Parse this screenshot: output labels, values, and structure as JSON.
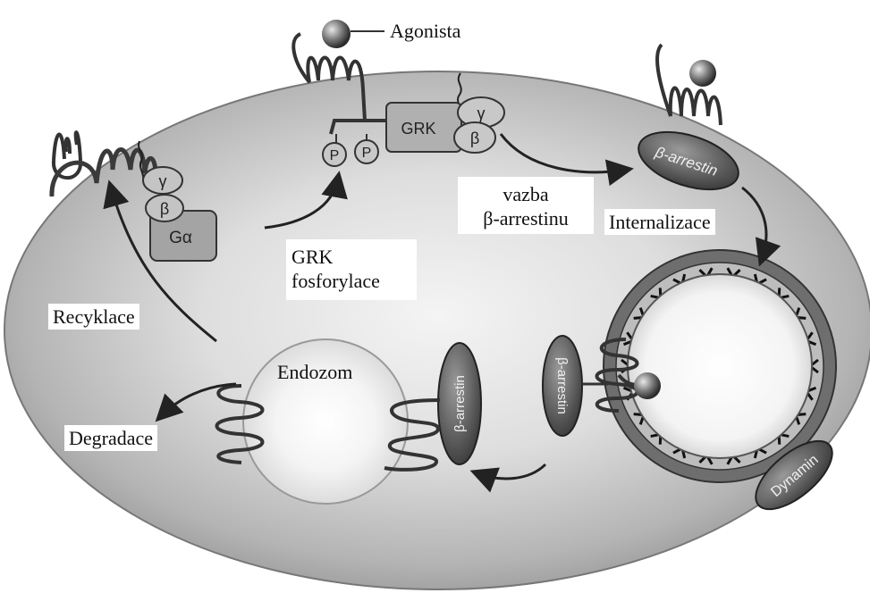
{
  "labels": {
    "agonista": "Agonista",
    "vazba_line1": "vazba",
    "vazba_line2": "β-arrestinu",
    "internalizace": "Internalizace",
    "grk_line1": "GRK",
    "grk_line2": "fosforylace",
    "recyklace": "Recyklace",
    "endozom": "Endozom",
    "degradace": "Degradace"
  },
  "protein_labels": {
    "gamma": "γ",
    "beta": "β",
    "g_alpha": "Gα",
    "grk": "GRK",
    "p": "P",
    "beta_arrestin": "β-arrestin",
    "dynamin": "Dynamin"
  },
  "colors": {
    "cell_edge": "#5e5e5e",
    "cell_center": "#f2f2f2",
    "protein_fill": "#a8a8a8",
    "arrestin_fill": "#6c6c6c",
    "line": "#222222"
  }
}
